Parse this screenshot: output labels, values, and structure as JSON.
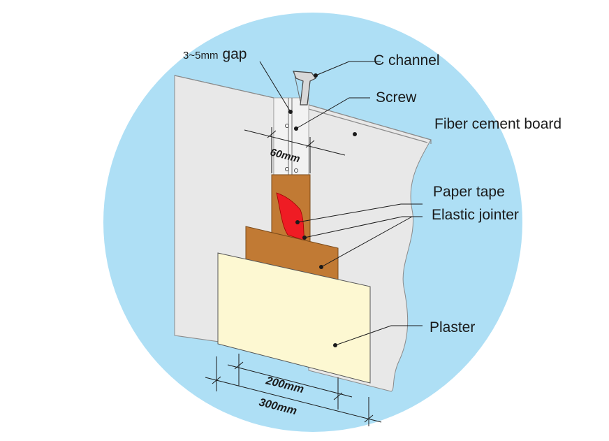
{
  "labels": {
    "gap_num": "3~5",
    "gap_unit": "mm",
    "gap_word": "gap",
    "c_channel": "C channel",
    "screw": "Screw",
    "fiber_cement_board": "Fiber cement board",
    "paper_tape": "Paper tape",
    "elastic_jointer": "Elastic jointer",
    "plaster": "Plaster"
  },
  "dimensions": {
    "joint_width_num": "60",
    "joint_width_unit": "mm",
    "plaster_inner_num": "200",
    "plaster_inner_unit": "mm",
    "plaster_outer_num": "300",
    "plaster_outer_unit": "mm"
  },
  "colors": {
    "background_circle": "#aedff5",
    "board": "#e8e8e8",
    "paper_tape": "#ef1c24",
    "elastic_jointer": "#c17a34",
    "plaster": "#fdf8d2",
    "c_channel": "#d8d8d8"
  }
}
